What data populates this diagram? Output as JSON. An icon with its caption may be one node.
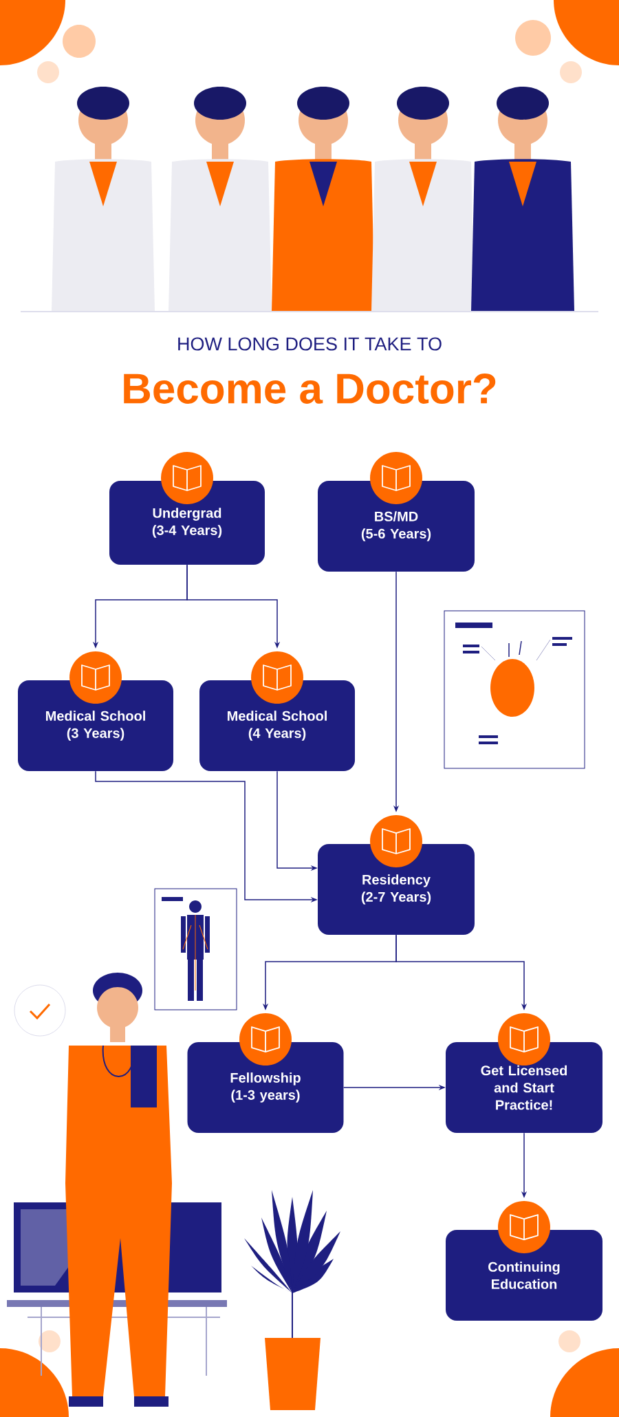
{
  "diagram": {
    "title": "HOW LONG DOES IT TAKE TO",
    "nodes": [
      {
        "text": [
          "Undergrad (3-4 Years)"
        ]
      },
      {
        "text": [
          "BS/MD (5-6 Years)"
        ]
      },
      {
        "text": [
          "Medical School (3 Years)"
        ]
      },
      {
        "text": [
          "Medical School (4 Years)"
        ]
      },
      {
        "text": [
          "Residency (2-7 Years)"
        ]
      },
      {
        "text": [
          "Fellowship (1-3 years)"
        ]
      },
      {
        "text": [
          "Get Licensed and Start Practice!"
        ]
      },
      {
        "text": [
          "Continuing Education"
        ]
      }
    ],
    "edges": [
      {
        "from": 0,
        "to": 2,
        "arrow": "to"
      },
      {
        "from": 0,
        "to": 3,
        "arrow": "to"
      },
      {
        "from": 1,
        "to": 4,
        "arrow": "to"
      },
      {
        "from": 3,
        "to": 4,
        "arrow": "to"
      },
      {
        "from": 2,
        "to": 4,
        "arrow": "to"
      },
      {
        "from": 4,
        "to": 5,
        "arrow": "to"
      },
      {
        "from": 4,
        "to": 6,
        "arrow": "to"
      },
      {
        "from": 5,
        "to": 6,
        "arrow": "to"
      },
      {
        "from": 6,
        "to": 7,
        "arrow": "to"
      }
    ],
    "labels": [
      "Become a Doctor?"
    ]
  }
}
